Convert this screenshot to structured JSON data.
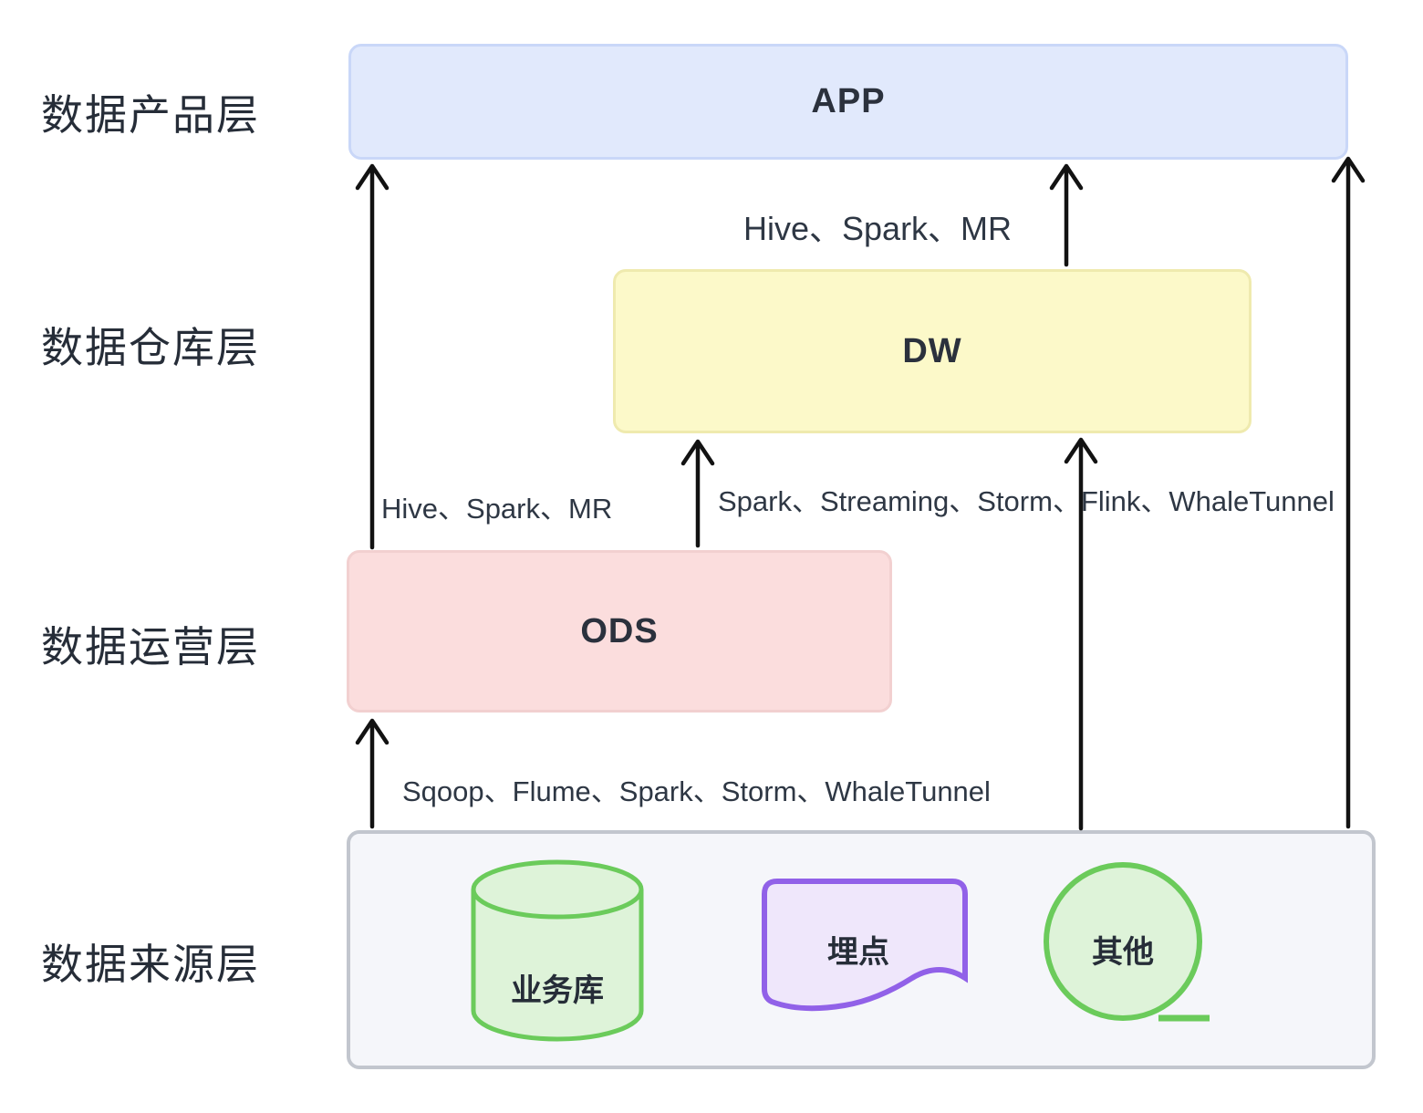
{
  "layer_labels": [
    {
      "label": "数据产品层"
    },
    {
      "label": "数据仓库层"
    },
    {
      "label": "数据运营层"
    },
    {
      "label": "数据来源层"
    }
  ],
  "boxes": {
    "app": {
      "title": "APP",
      "fill": "#e1e9fc",
      "border": "#c9d7f8"
    },
    "dw": {
      "title": "DW",
      "fill": "#fcf9c9",
      "border": "#efeaae"
    },
    "ods": {
      "title": "ODS",
      "fill": "#fbdddd",
      "border": "#f2d0d0"
    },
    "source": {
      "fill": "#f5f6fa",
      "border": "#c2c6ce"
    }
  },
  "flow_labels": {
    "dw_to_app": "Hive、Spark、MR",
    "ods_to_app": "Hive、Spark、MR",
    "source_to_dw": "Spark、Streaming、Storm、Flink、WhaleTunnel",
    "source_to_ods": "Sqoop、Flume、Spark、Storm、WhaleTunnel"
  },
  "source_items": [
    {
      "label": "业务库",
      "shape": "database-cylinder"
    },
    {
      "label": "埋点",
      "shape": "document-wave"
    },
    {
      "label": "其他",
      "shape": "loop-circle"
    }
  ],
  "colors": {
    "arrow": "#121212",
    "text": "#2a313d",
    "green_stroke": "#6bcb5b",
    "green_fill": "#def3d9",
    "purple_stroke": "#9161e8",
    "purple_fill": "#efe7fb"
  }
}
